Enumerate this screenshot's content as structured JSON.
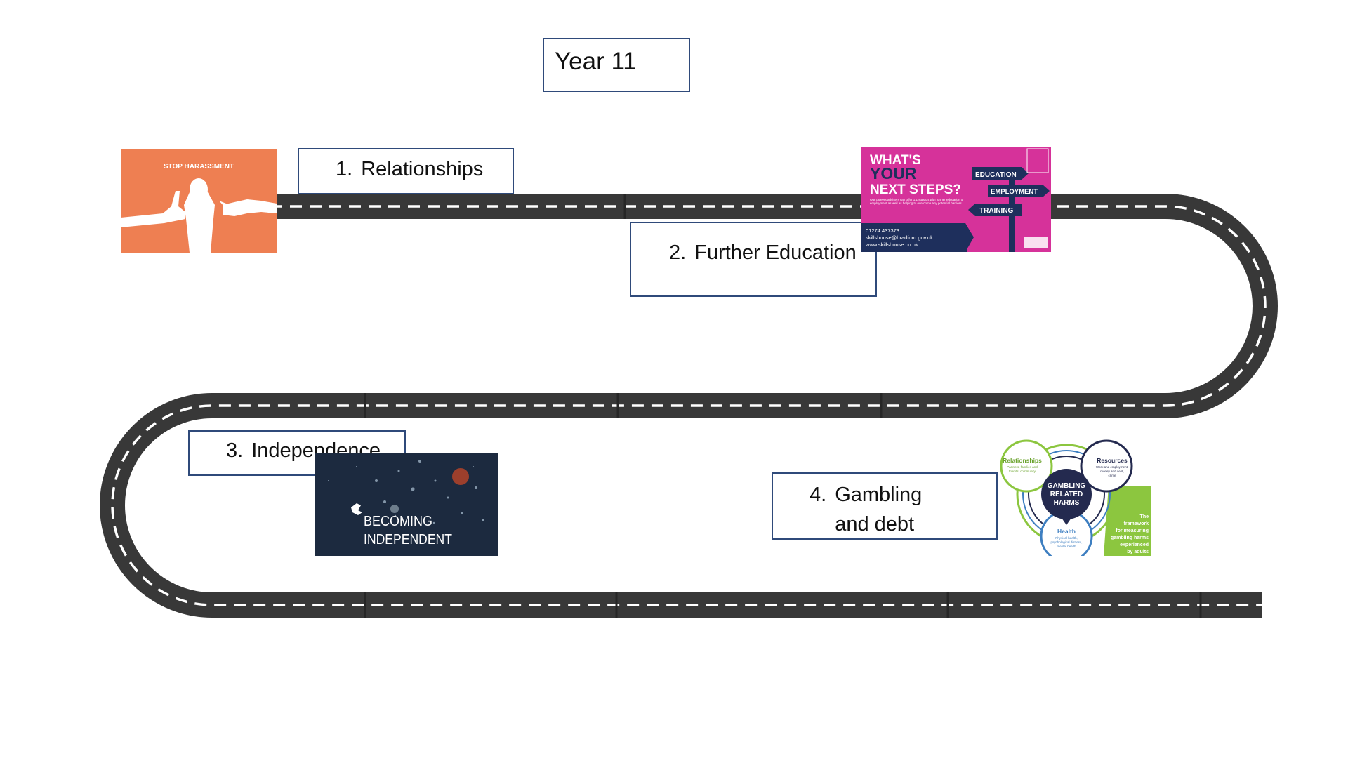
{
  "diagram": {
    "title": "Year 11",
    "topics": [
      {
        "number": "1.",
        "label": "Relationships"
      },
      {
        "number": "2.",
        "label": "Further Education"
      },
      {
        "number": "3.",
        "label": "Independence"
      },
      {
        "number": "4.",
        "label": "Gambling and debt"
      }
    ]
  },
  "images": {
    "stop_harassment": {
      "caption": "STOP HARASSMENT",
      "background": "#ee7f52"
    },
    "next_steps": {
      "line1": "WHAT'S",
      "line2": "YOUR",
      "line3": "NEXT STEPS?",
      "signs": [
        "EDUCATION",
        "EMPLOYMENT",
        "TRAINING"
      ],
      "blurb": "Our careers advisers can offer 1:1 support with further education or employment as well as helping to overcome any potential barriers.",
      "phone": "01274 437373",
      "email": "skillshouse@bradford.gov.uk",
      "web": "www.skillshouse.co.uk",
      "background": "#d6329a"
    },
    "becoming_independent": {
      "line1": "BECOMING",
      "line2": "INDEPENDENT",
      "background": "#1c2a3f"
    },
    "gambling_harms": {
      "center_1": "GAMBLING",
      "center_2": "RELATED",
      "center_3": "HARMS",
      "relationships_title": "Relationships",
      "relationships_text_1": "Partners, families and",
      "relationships_text_2": "friends, community",
      "resources_title": "Resources",
      "resources_text_1": "Work and employment,",
      "resources_text_2": "money and debt,",
      "resources_text_3": "crime",
      "health_title": "Health",
      "health_text_1": "Physical health,",
      "health_text_2": "psychological distress,",
      "health_text_3": "mental health",
      "side_1": "The",
      "side_2": "framework",
      "side_3": "for measuring",
      "side_4": "gambling harms",
      "side_5": "experienced",
      "side_6": "by adults"
    }
  },
  "colors": {
    "road": "#383838",
    "road_dash": "#ffffff",
    "box_border": "#2f4a7a",
    "green": "#8cc63f",
    "navy": "#242a4f"
  }
}
